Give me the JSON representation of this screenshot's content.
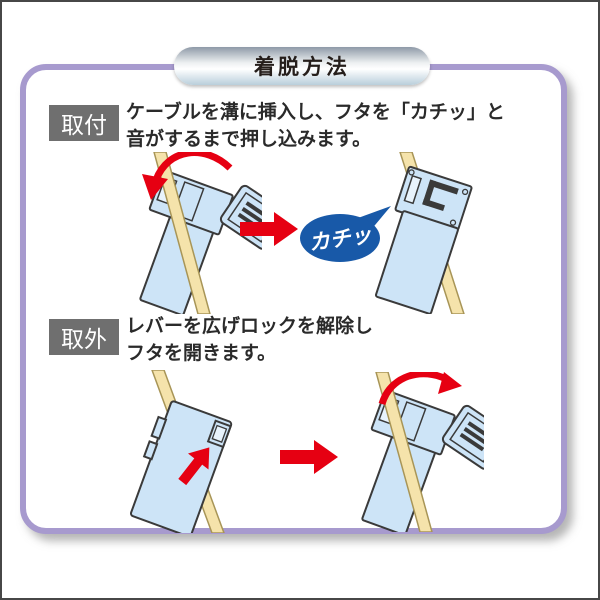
{
  "header": {
    "title": "着脱方法"
  },
  "sections": {
    "attach": {
      "label": "取付",
      "line1": "ケーブルを溝に挿入し、フタを「カチッ」と",
      "line2": "音がするまで押し込みます。",
      "callout": "カチッ"
    },
    "detach": {
      "label": "取外",
      "line1": "レバーを広げロックを解除し",
      "line2": "フタを開きます。"
    }
  },
  "colors": {
    "accent_red": "#e60012",
    "callout_blue": "#1859a8",
    "frame_purple": "#a79ace",
    "device_blue": "#cde4f7",
    "device_blue_light": "#e8f3fc",
    "cable_tan": "#f5e3ab",
    "cable_outline": "#a89557",
    "outline_dark": "#3a3a3a",
    "label_gray": "#6f6f6f"
  },
  "icons": {
    "right_arrow": "red-arrow-icon",
    "close_cover_arrow": "curved-arrow-down-icon",
    "open_cover_arrow": "curved-arrow-up-icon",
    "release_lever_arrow": "diagonal-arrow-icon",
    "click_callout": "click-sound-bubble"
  }
}
